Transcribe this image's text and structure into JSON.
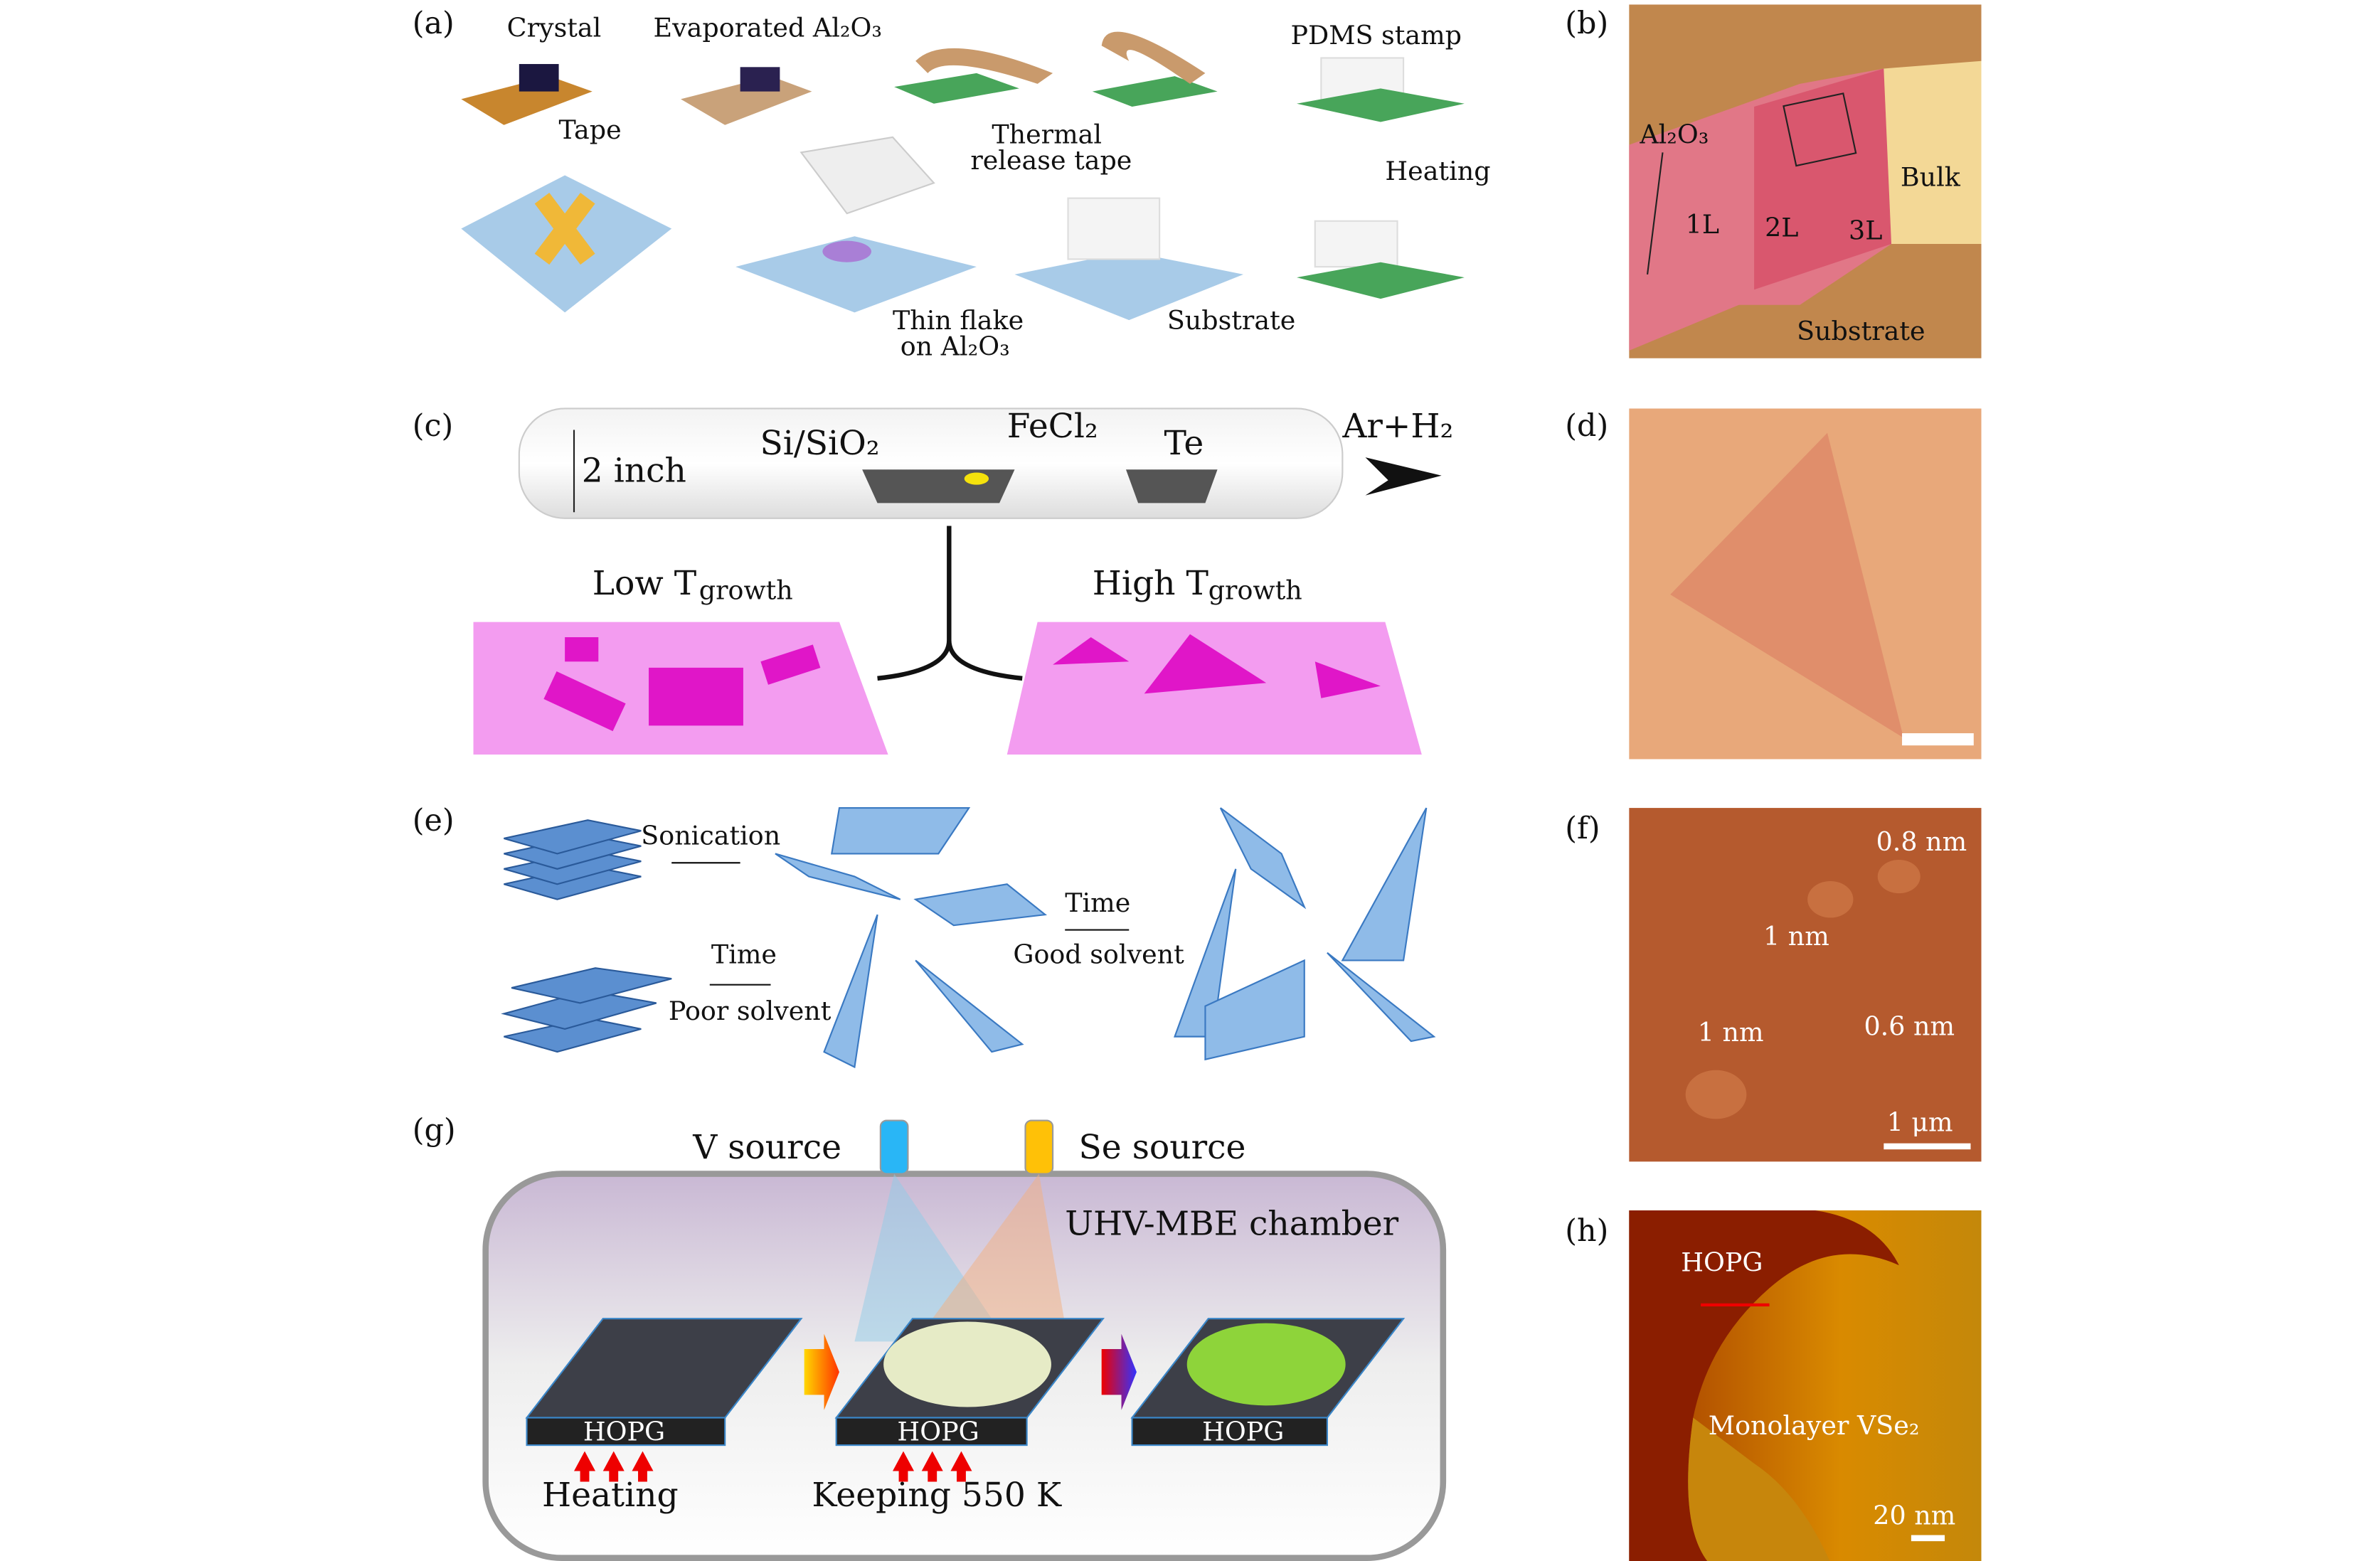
{
  "panels": {
    "a": {
      "label": "(a)",
      "crystal": "Crystal",
      "evaporated": "Evaporated Al₂O₃",
      "tape": "Tape",
      "thermal1": "Thermal",
      "thermal2": "release tape",
      "pdms": "PDMS stamp",
      "heating": "Heating",
      "substrate": "Substrate",
      "thin1": "Thin flake",
      "thin2": "on Al₂O₃"
    },
    "b": {
      "label": "(b)",
      "al2o3": "Al₂O₃",
      "l1": "1L",
      "l2": "2L",
      "l3": "3L",
      "bulk": "Bulk",
      "substrate": "Substrate"
    },
    "c": {
      "label": "(c)",
      "inch": "2 inch",
      "sisio2": "Si/SiO₂",
      "fecl2": "FeCl₂",
      "te": "Te",
      "gas": "Ar+H₂",
      "low": "Low T",
      "high": "High T",
      "growth": "growth"
    },
    "d": {
      "label": "(d)"
    },
    "e": {
      "label": "(e)",
      "sonication": "Sonication",
      "time1": "Time",
      "good": "Good solvent",
      "time2": "Time",
      "poor": "Poor solvent"
    },
    "f": {
      "label": "(f)",
      "t1": "0.8 nm",
      "t2": "1 nm",
      "t3": "1 nm",
      "t4": "0.6 nm",
      "scale": "1 μm"
    },
    "g": {
      "label": "(g)",
      "vsource": "V source",
      "sesource": "Se source",
      "chamber": "UHV-MBE chamber",
      "hopg1": "HOPG",
      "hopg2": "HOPG",
      "hopg3": "HOPG",
      "heating": "Heating",
      "keeping": "Keeping 550 K"
    },
    "h": {
      "label": "(h)",
      "hopg": "HOPG",
      "mono": "Monolayer VSe₂",
      "scale": "20 nm"
    }
  },
  "colors": {
    "tape": "#c8862e",
    "green": "#49a85a",
    "blue": "#a8cbe8",
    "magenta": "#e040d8",
    "flake": "#5b8fd0"
  }
}
